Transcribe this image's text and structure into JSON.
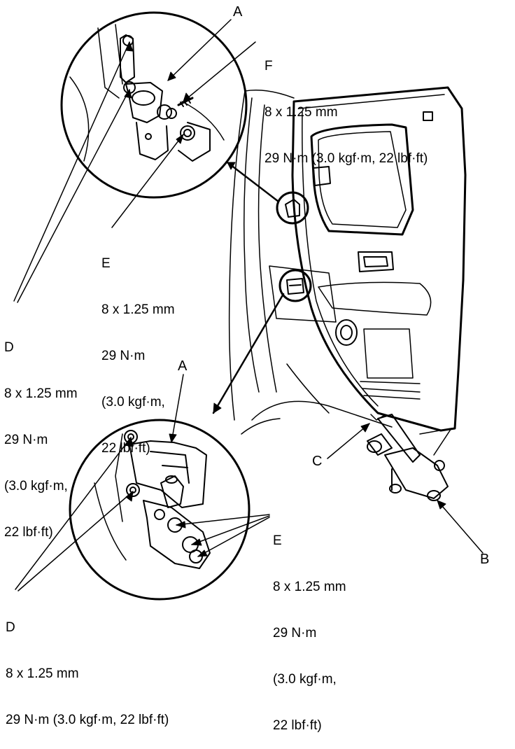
{
  "labels": {
    "a_top": "A",
    "f_top": {
      "letter": "F",
      "size": "8 x 1.25 mm",
      "torque": "29 N·m (3.0 kgf·m, 22 lbf·ft)"
    },
    "e_upper": {
      "letter": "E",
      "size": "8 x 1.25 mm",
      "torque1": "29 N·m",
      "torque2": "(3.0 kgf·m,",
      "torque3": "22 lbf·ft)"
    },
    "d_upper": {
      "letter": "D",
      "size": "8 x 1.25 mm",
      "torque1": "29 N·m",
      "torque2": "(3.0 kgf·m,",
      "torque3": "22 lbf·ft)"
    },
    "a_bottom": "A",
    "c": "C",
    "e_lower": {
      "letter": "E",
      "size": "8 x 1.25 mm",
      "torque1": "29 N·m",
      "torque2": "(3.0 kgf·m,",
      "torque3": "22 lbf·ft)"
    },
    "b": "B",
    "d_lower": {
      "letter": "D",
      "size": "8 x 1.25 mm",
      "torque": "29 N·m (3.0 kgf·m, 22 lbf·ft)"
    }
  }
}
